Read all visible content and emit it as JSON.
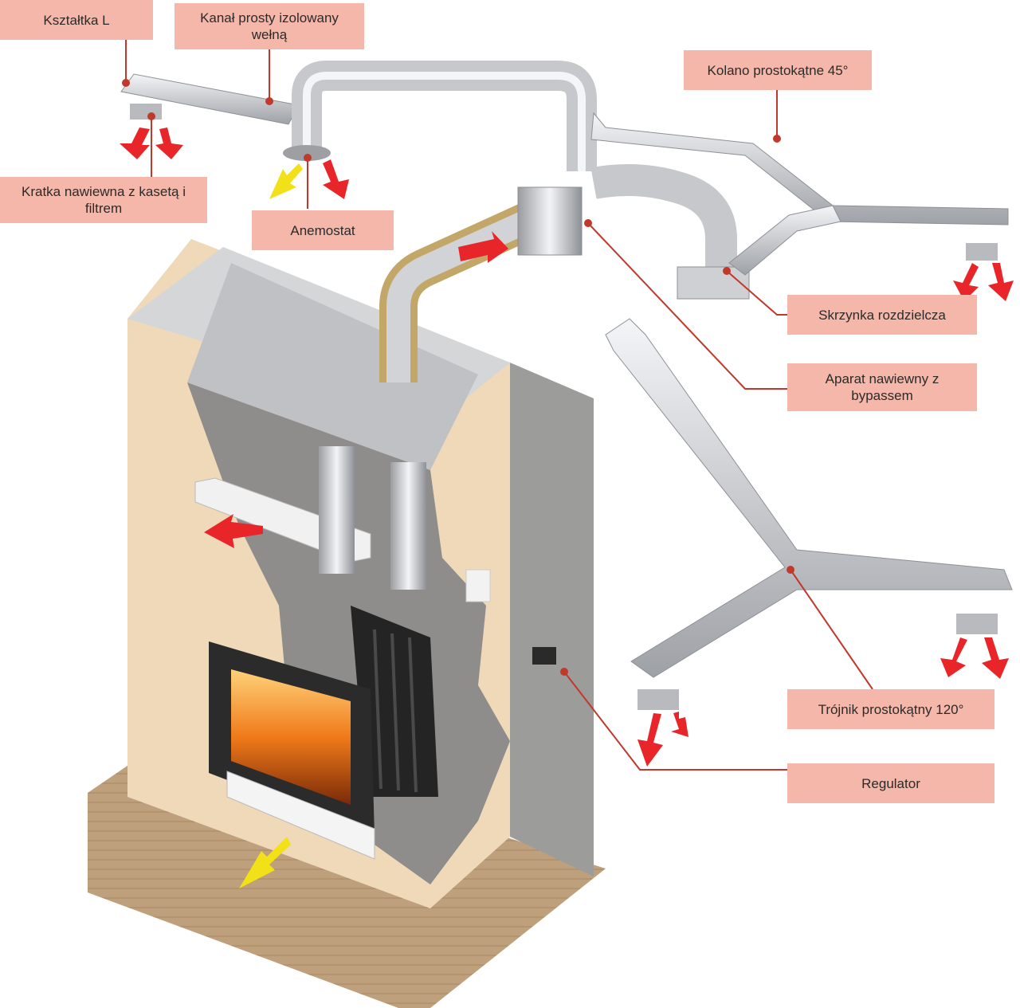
{
  "labels": {
    "ksztaltka_l": "Kształtka L",
    "kanal_prosty": "Kanał prosty izolowany wełną",
    "kolano": "Kolano prostokątne 45°",
    "kratka": "Kratka nawiewna z kasetą i filtrem",
    "anemostat": "Anemostat",
    "skrzynka": "Skrzynka rozdzielcza",
    "aparat": "Aparat nawiewny z bypassem",
    "trojnik": "Trójnik prostokątny 120°",
    "regulator": "Regulator"
  },
  "colors": {
    "label_bg": "#f4b7a9",
    "leader_line": "#c0392b",
    "warm_air_arrow": "#e8262a",
    "cold_air_arrow": "#f2e018",
    "wall": "#efd9b8",
    "duct": "#d9dadc",
    "floor": "#b89a78"
  }
}
